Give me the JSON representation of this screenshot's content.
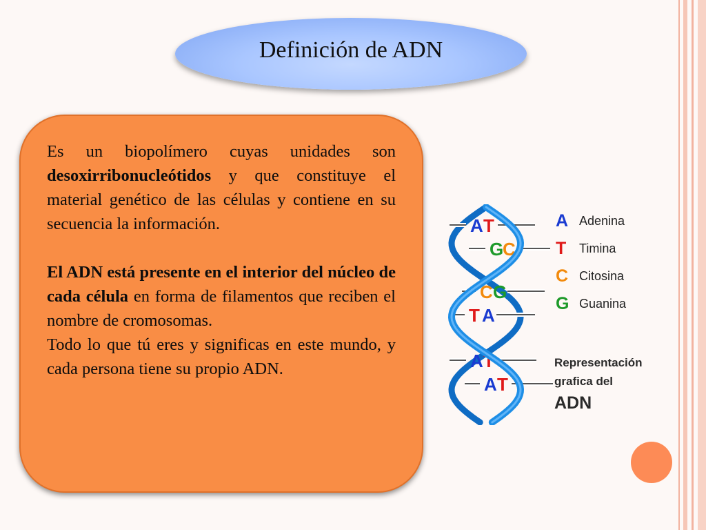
{
  "slide": {
    "title": "Definición de ADN",
    "paragraph1": {
      "intro": "Es un biopolímero cuyas unidades son",
      "bold_term": "desoxirribonucleótidos",
      "connector": "y que",
      "rest": "constituye el material genético de las células y contiene en su secuencia la información."
    },
    "paragraph2": {
      "bold": "El ADN está presente en el interior del núcleo de cada célula",
      "rest": " en forma de filamentos que reciben el nombre de cromosomas."
    },
    "paragraph3": "Todo lo que tú eres y significas en este mundo, y cada persona tiene su propio ADN."
  },
  "dna_figure": {
    "pairs": [
      {
        "left": "A",
        "right": "T"
      },
      {
        "left": "G",
        "right": "C"
      },
      {
        "left": "C",
        "right": "G"
      },
      {
        "left": "T",
        "right": "A"
      },
      {
        "left": "A",
        "right": "T"
      },
      {
        "left": "A",
        "right": "T"
      }
    ],
    "legend": [
      {
        "letter": "A",
        "name": "Adenina",
        "color": "#1a3bd1"
      },
      {
        "letter": "T",
        "name": "Timina",
        "color": "#e01919"
      },
      {
        "letter": "C",
        "name": "Citosina",
        "color": "#f28a0c"
      },
      {
        "letter": "G",
        "name": "Guanina",
        "color": "#1e9a2a"
      }
    ],
    "caption": {
      "line1": "Representación",
      "line2": "grafica del",
      "line3": "ADN"
    }
  },
  "colors": {
    "text_box": "#f98d45",
    "title_oval": "#a9c6ff",
    "helix": "#1e8ee6",
    "accent_dot": "#fd8b56"
  }
}
